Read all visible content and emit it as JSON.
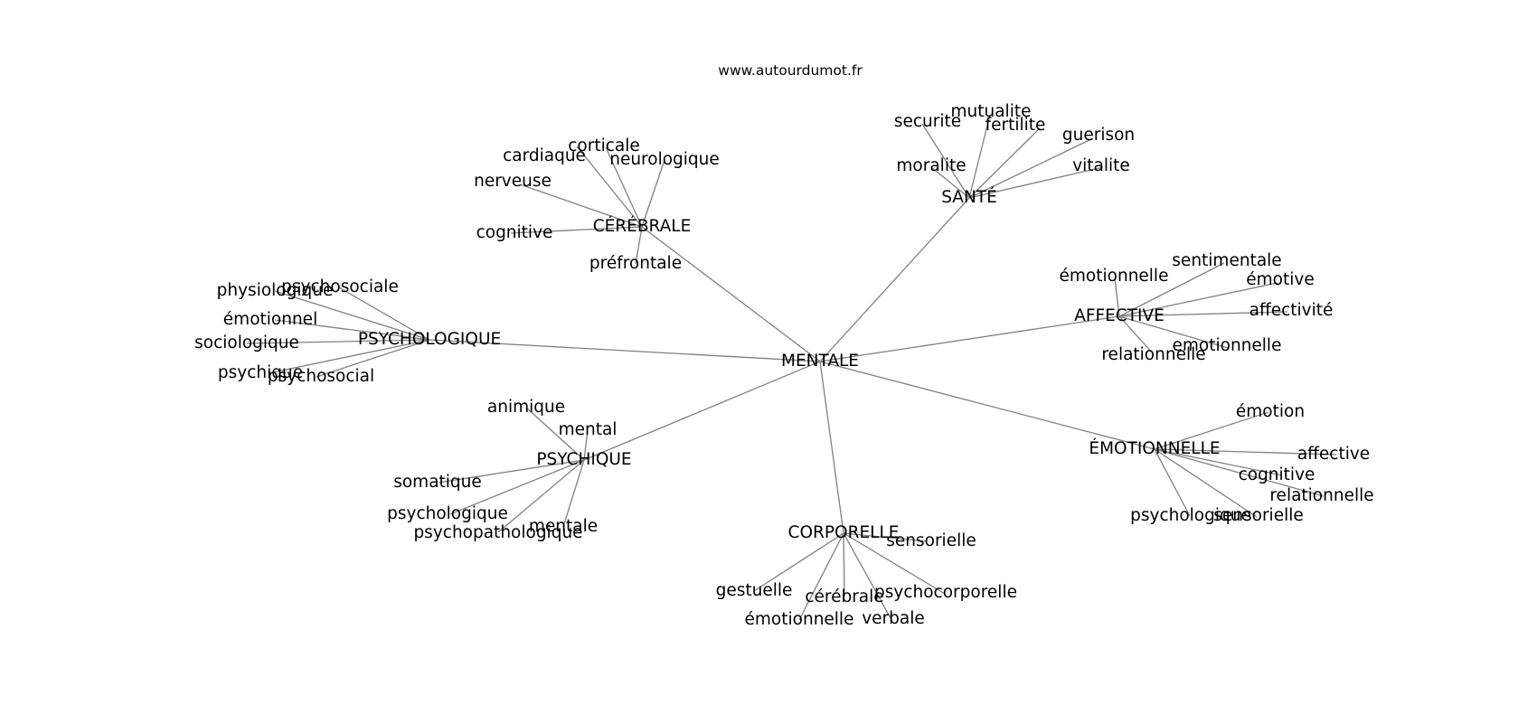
{
  "site_url": "www.autourdumot.fr",
  "graph": {
    "root": "MENTALE",
    "groups": [
      {
        "hub": "CÉRÉBRALE",
        "terms": [
          "cardiaque",
          "corticale",
          "neurologique",
          "nerveuse",
          "cognitive",
          "préfrontale"
        ]
      },
      {
        "hub": "SANTÉ",
        "terms": [
          "securite",
          "mutualite",
          "fertilite",
          "guerison",
          "moralite",
          "vitalite"
        ]
      },
      {
        "hub": "AFFECTIVE",
        "terms": [
          "émotionnelle",
          "sentimentale",
          "émotive",
          "affectivité",
          "relationnelle",
          "emotionnelle"
        ]
      },
      {
        "hub": "ÉMOTIONNELLE",
        "terms": [
          "émotion",
          "affective",
          "cognitive",
          "relationnelle",
          "psychologique",
          "sensorielle"
        ]
      },
      {
        "hub": "CORPORELLE",
        "terms": [
          "sensorielle",
          "gestuelle",
          "cérébrale",
          "psychocorporelle",
          "émotionnelle",
          "verbale"
        ]
      },
      {
        "hub": "PSYCHIQUE",
        "terms": [
          "animique",
          "mental",
          "somatique",
          "psychologique",
          "psychopathologique",
          "mentale"
        ]
      },
      {
        "hub": "PSYCHOLOGIQUE",
        "terms": [
          "physiologique",
          "psychosociale",
          "émotionnel",
          "sociologique",
          "psychique",
          "psychosocial"
        ]
      }
    ]
  }
}
